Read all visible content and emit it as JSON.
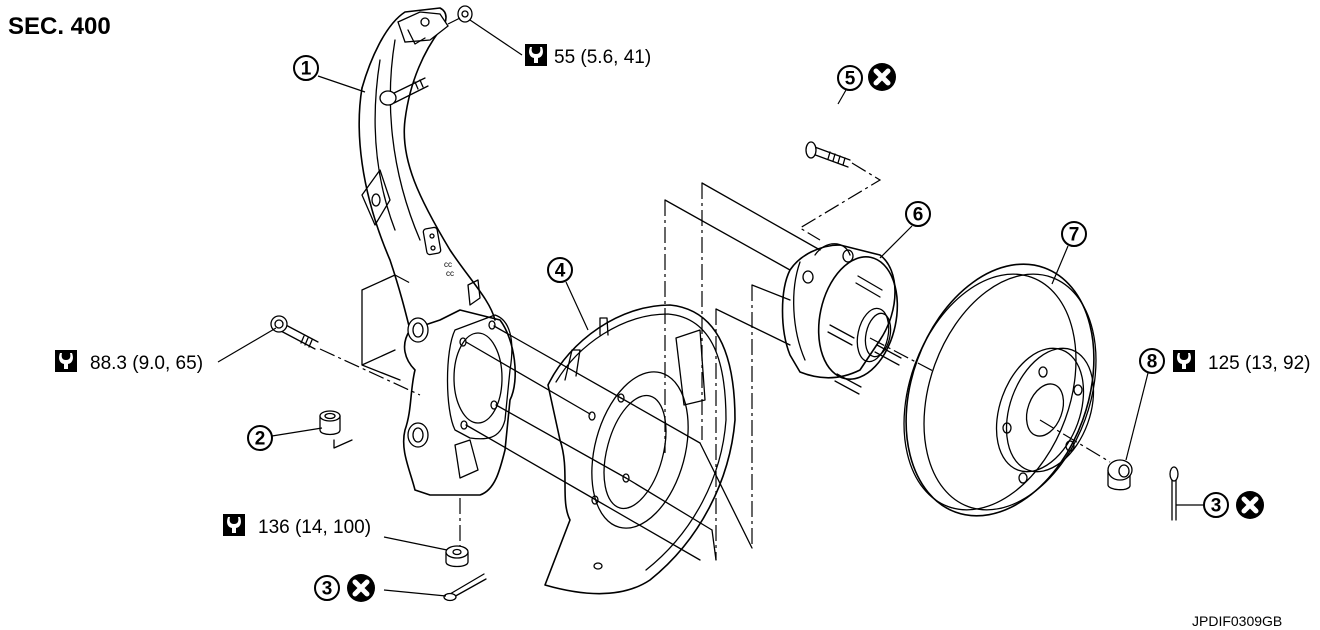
{
  "title": "SEC. 400",
  "figure_id": "JPDIF0309GB",
  "icons": {
    "torque": "torque-wrench-icon",
    "do_not_reuse": "do-not-reuse-x-icon"
  },
  "callouts": [
    {
      "num": "1",
      "part": "steering knuckle",
      "no_reuse": false
    },
    {
      "num": "2",
      "part": "bushing",
      "no_reuse": false
    },
    {
      "num": "3",
      "part": "cotter pin",
      "no_reuse": true
    },
    {
      "num": "4",
      "part": "splash guard",
      "no_reuse": false
    },
    {
      "num": "5",
      "part": "hub bolt",
      "no_reuse": true
    },
    {
      "num": "6",
      "part": "wheel hub and bearing assembly",
      "no_reuse": false
    },
    {
      "num": "7",
      "part": "disc rotor",
      "no_reuse": false
    },
    {
      "num": "8",
      "part": "wheel hub lock nut",
      "no_reuse": false
    }
  ],
  "labels": {
    "c1": "1",
    "c2": "2",
    "c3a": "3",
    "c3b": "3",
    "c4": "4",
    "c5": "5",
    "c6": "6",
    "c7": "7",
    "c8": "8"
  },
  "torques": {
    "top_bolt": "55 (5.6, 41)",
    "knuckle_bolt": "88.3 (9.0, 65)",
    "bottom_nut": "136 (14, 100)",
    "hub_nut": "125 (13, 92)"
  },
  "colors": {
    "line": "#000000",
    "background": "#ffffff"
  }
}
